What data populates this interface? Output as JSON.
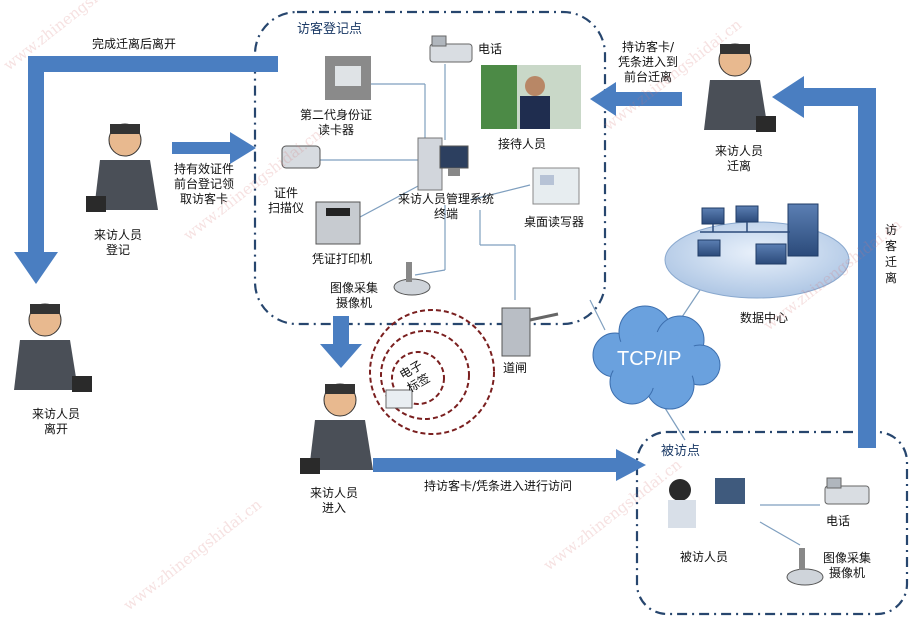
{
  "zones": {
    "registration_title": "访客登记点",
    "visit_title": "被访点"
  },
  "devices": {
    "phone_top": "电话",
    "id_reader": "第二代身份证\n读卡器",
    "receptionist": "接待人员",
    "scanner": "证件\n扫描仪",
    "terminal": "来访人员管理系统\n终端",
    "desk_reader": "桌面读写器",
    "printer": "凭证打印机",
    "camera_top": "图像采集\n摄像机",
    "gate": "道闸",
    "tag": "电子\n标签",
    "datacenter": "数据中心",
    "network": "TCP/IP",
    "phone_bottom": "电话",
    "visited_person": "被访人员",
    "camera_bottom": "图像采集\n摄像机"
  },
  "people": {
    "register": "来访人员\n登记",
    "leave": "来访人员\n离开",
    "enter": "来访人员\n进入",
    "relocate": "来访人员\n迁离"
  },
  "flows": {
    "done_leave": "完成迁离后离开",
    "hold_id": "持有效证件\n前台登记领\n取访客卡",
    "return_desk": "持访客卡/\n凭条进入到\n前台迁离",
    "visit": "持访客卡/凭条进入进行访问",
    "visitor_leave_vertical": "访客迁离"
  },
  "watermark": "www.zhinengshidai.cn",
  "colors": {
    "arrow": "#4a7ec1",
    "zone_border": "#27466e",
    "cloud": "#6aa1de",
    "tag_rings": "#7a1f1f"
  }
}
